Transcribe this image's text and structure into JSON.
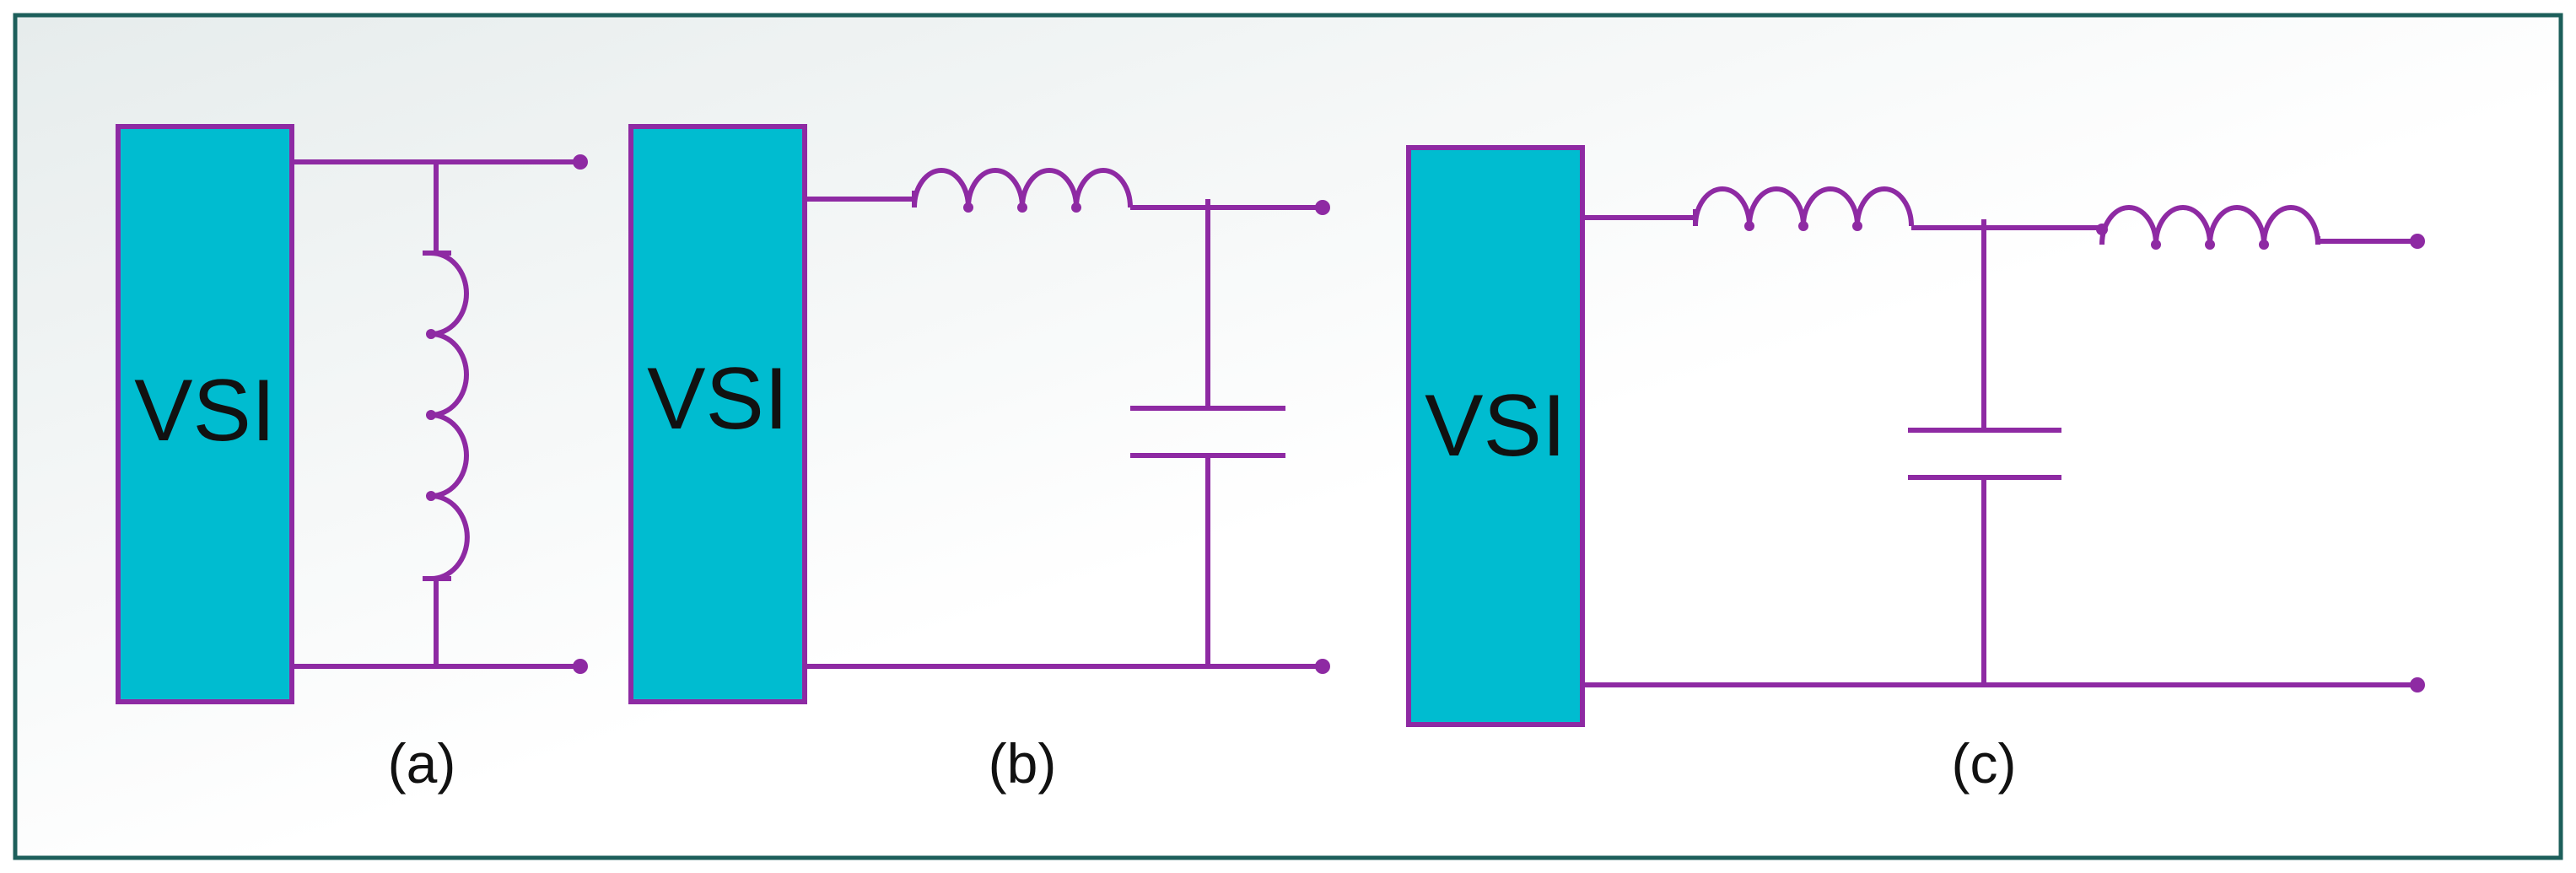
{
  "figure": {
    "frame_color": "#1d5f5b",
    "wire_color": "#8e2aa3",
    "vsi_fill_color": "#00bcd0",
    "background_gradient": [
      "#e6ecec",
      "#ffffff"
    ]
  },
  "panels": [
    {
      "id": "a",
      "block_label": "VSI",
      "caption": "(a)",
      "filter": "parallel inductor (L)"
    },
    {
      "id": "b",
      "block_label": "VSI",
      "caption": "(b)",
      "filter": "series inductor, shunt capacitor (LC)"
    },
    {
      "id": "c",
      "block_label": "VSI",
      "caption": "(c)",
      "filter": "series inductor, shunt capacitor, series inductor (LCL)"
    }
  ]
}
